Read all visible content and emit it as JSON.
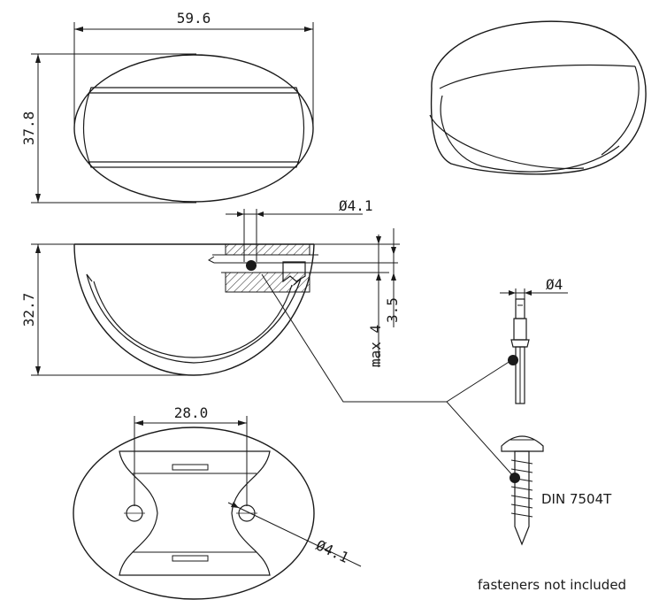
{
  "dimensions": {
    "top_width": "59.6",
    "top_height": "37.8",
    "side_height": "32.7",
    "hole_diameter_top": "Ø4.1",
    "rivet_diameter": "Ø4",
    "max_thickness": "max 4",
    "min_thickness": "3.5",
    "hole_spacing": "28.0",
    "hole_diameter_bottom": "Ø4.1"
  },
  "labels": {
    "screw_standard": "DIN 7504T",
    "note": "fasteners not included"
  }
}
